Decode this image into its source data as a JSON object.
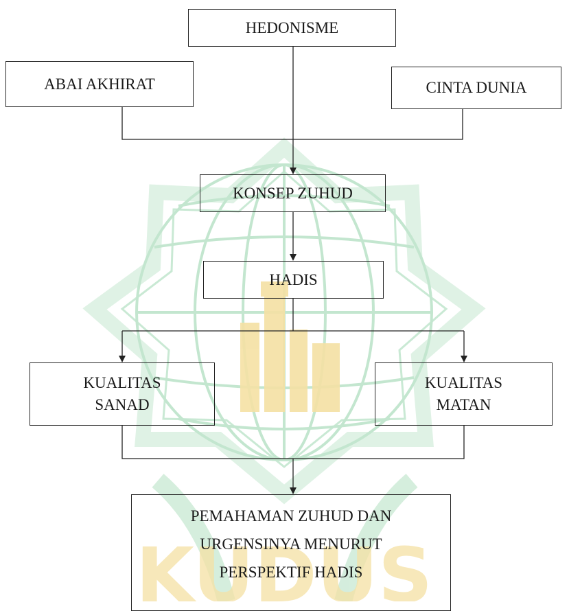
{
  "diagram": {
    "nodes": {
      "hedonisme": "HEDONISME",
      "abai_akhirat": "ABAI AKHIRAT",
      "cinta_dunia": "CINTA DUNIA",
      "konsep_zuhud": "KONSEP ZUHUD",
      "hadis": "HADIS",
      "kualitas_sanad": [
        "KUALITAS",
        "SANAD"
      ],
      "kualitas_matan": [
        "KUALITAS",
        "MATAN"
      ],
      "result": [
        "PEMAHAMAN ZUHUD DAN",
        "URGENSINYA MENURUT",
        "PERSPEKTIF HADIS"
      ]
    },
    "edges": [
      {
        "from": "HEDONISME",
        "to": "KONSEP ZUHUD"
      },
      {
        "from": "ABAI AKHIRAT",
        "to": "KONSEP ZUHUD"
      },
      {
        "from": "CINTA DUNIA",
        "to": "KONSEP ZUHUD"
      },
      {
        "from": "KONSEP ZUHUD",
        "to": "HADIS"
      },
      {
        "from": "HADIS",
        "to": "KUALITAS SANAD"
      },
      {
        "from": "HADIS",
        "to": "KUALITAS MATAN"
      },
      {
        "from": "KUALITAS SANAD",
        "to": "PEMAHAMAN ZUHUD DAN URGENSINYA MENURUT PERSPEKTIF HADIS"
      },
      {
        "from": "KUALITAS MATAN",
        "to": "PEMAHAMAN ZUHUD DAN URGENSINYA MENURUT PERSPEKTIF HADIS"
      }
    ],
    "colors": {
      "line": "#222222",
      "watermark_green": "#b9e2c7",
      "watermark_yellow": "#f5e1a4"
    }
  },
  "watermark": {
    "icon": "university-emblem-watermark-icon",
    "text": "KUDUS"
  }
}
